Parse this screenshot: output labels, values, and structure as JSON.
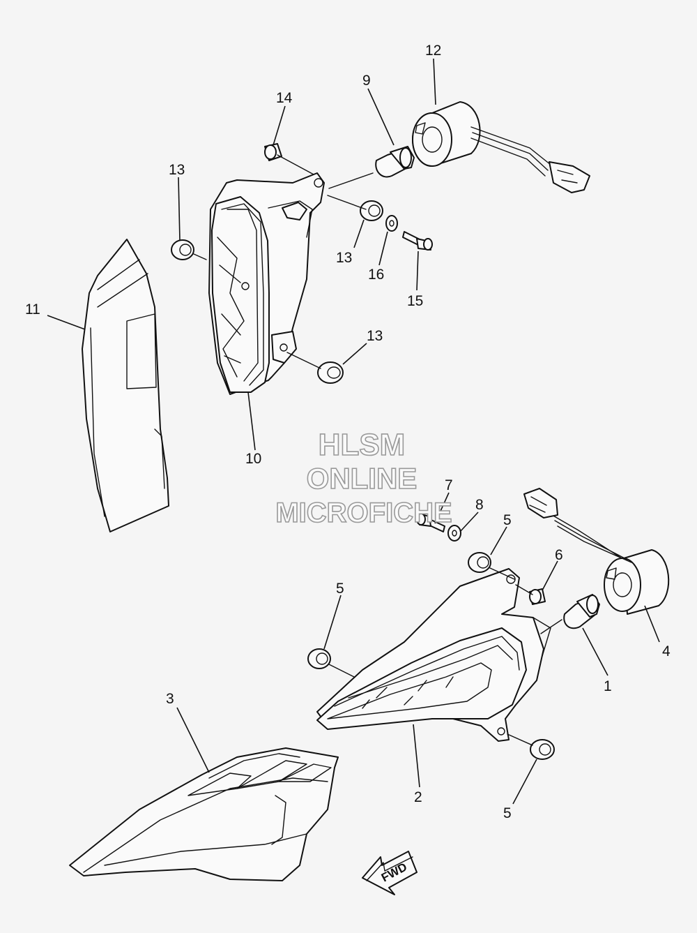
{
  "watermark": {
    "line1": "HLSM",
    "line2": "ONLINE",
    "line3": "MICROFICHE"
  },
  "fwd_label": "FWD",
  "callouts": {
    "c1": "1",
    "c2": "2",
    "c3": "3",
    "c4": "4",
    "c5a": "5",
    "c5b": "5",
    "c5c": "5",
    "c6": "6",
    "c7": "7",
    "c8": "8",
    "c9": "9",
    "c10": "10",
    "c11": "11",
    "c12": "12",
    "c13a": "13",
    "c13b": "13",
    "c13c": "13",
    "c14": "14",
    "c15": "15",
    "c16": "16"
  }
}
